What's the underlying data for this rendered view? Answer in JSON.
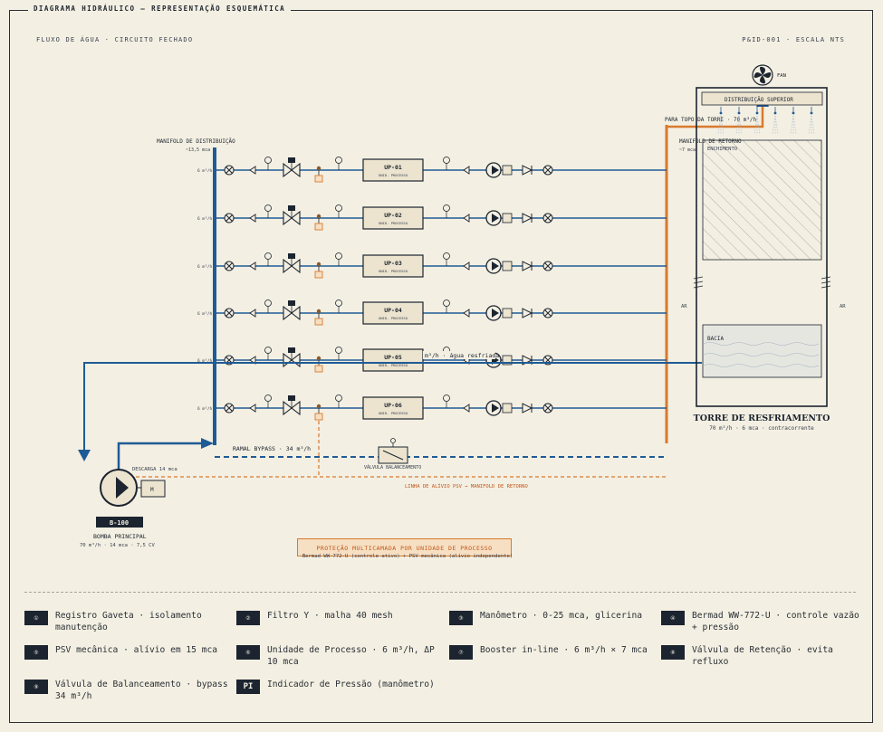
{
  "header": {
    "title": "DIAGRAMA HIDRÁULICO — REPRESENTAÇÃO ESQUEMÁTICA",
    "subtitle_left": "FLUXO DE ÁGUA · CIRCUITO FECHADO",
    "subtitle_right": "P&ID-001 · ESCALA NTS"
  },
  "manifold_supply": {
    "label": "MANIFOLD DE DISTRIBUIÇÃO",
    "pressure": "~13,5 mca"
  },
  "manifold_return": {
    "label": "MANIFOLD DE RETORNO",
    "pressure": "~7 mca"
  },
  "branch_flow": "6 m³/h",
  "units": [
    {
      "tag": "UP-01",
      "sub": "UNID. PROCESSO"
    },
    {
      "tag": "UP-02",
      "sub": "UNID. PROCESSO"
    },
    {
      "tag": "UP-03",
      "sub": "UNID. PROCESSO"
    },
    {
      "tag": "UP-04",
      "sub": "UNID. PROCESSO"
    },
    {
      "tag": "UP-05",
      "sub": "UNID. PROCESSO"
    },
    {
      "tag": "UP-06",
      "sub": "UNID. PROCESSO"
    }
  ],
  "gauge_tag": "PI",
  "motor_tag": "M",
  "cold_water_label": "m³/h · água resfriada",
  "to_tower_label": "PARA TOPO DA TORRE · 70 m³/h",
  "tower": {
    "fan": "FAN",
    "distribution": "DISTRIBUIÇÃO SUPERIOR",
    "fill": "ENCHIMENTO",
    "basin": "BACIA",
    "air_left": "AR",
    "air_right": "AR",
    "title": "TORRE DE RESFRIAMENTO",
    "spec": "70 m³/h · 6 mca · contracorrente"
  },
  "pump": {
    "tag": "B-100",
    "name": "BOMBA PRINCIPAL",
    "spec": "70 m³/h · 14 mca · 7,5 CV",
    "discharge": "DESCARGA 14 mca"
  },
  "bypass": {
    "label": "RAMAL BYPASS · 34 m³/h",
    "valve": "VÁLVULA BALANCEAMENTO"
  },
  "relief_line": "LINHA DE ALÍVIO PSV → MANIFOLD DE RETORNO",
  "callout": {
    "title": "PROTEÇÃO MULTICAMADA POR UNIDADE DE PROCESSO",
    "sub": "Bermad WW-772-U (controle ativo) + PSV mecânica (alívio independente)"
  },
  "legend": [
    {
      "badge": "①",
      "text": "Registro Gaveta · isolamento manutenção"
    },
    {
      "badge": "②",
      "text": "Filtro Y · malha 40 mesh"
    },
    {
      "badge": "③",
      "text": "Manômetro · 0-25 mca, glicerina"
    },
    {
      "badge": "④",
      "text": "Bermad WW-772-U · controle vazão + pressão"
    },
    {
      "badge": "⑤",
      "text": "PSV mecânica · alívio em 15 mca"
    },
    {
      "badge": "⑥",
      "text": "Unidade de Processo · 6 m³/h, ΔP 10 mca"
    },
    {
      "badge": "⑦",
      "text": "Booster in-line · 6 m³/h × 7 mca"
    },
    {
      "badge": "⑧",
      "text": "Válvula de Retenção · evita refluxo"
    },
    {
      "badge": "⑨",
      "text": "Válvula de Balanceamento · bypass 34 m³/h"
    },
    {
      "badge": "PI",
      "text": "Indicador de Pressão (manômetro)"
    }
  ],
  "colors": {
    "supply": "#1f5b96",
    "return": "#d77a2f",
    "ink": "#1c2430",
    "paper": "#f3efe2",
    "unit_fill": "#ece4cf"
  }
}
